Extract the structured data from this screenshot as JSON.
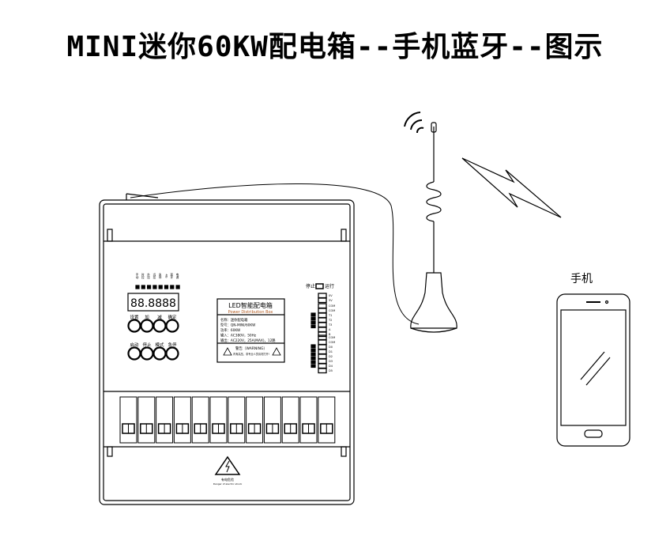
{
  "title": "MINI迷你60KW配电箱--手机蓝牙--图示",
  "phone_label": "手机",
  "display": "88.8888",
  "led_labels": [
    "手动",
    "时控",
    "外控",
    "远控",
    "急停",
    "4G",
    "蓝牙",
    "电源"
  ],
  "buttons_row1": [
    "设置",
    "加",
    "减",
    "确定"
  ],
  "buttons_row2": [
    "启动",
    "停止",
    "模式",
    "急停"
  ],
  "switch": {
    "left": "停止",
    "right": "运行"
  },
  "nameplate": {
    "title": "LED智能配电箱",
    "subtitle": "Power Distribution Box",
    "lines": [
      "名称：迷你配电箱",
      "型号：QN-MINI/60KW",
      "功率：60KW",
      "输入：AC380V，50Hz",
      "输出：AC220V，25A(MAX)，12路"
    ],
    "warning": "警告（WARNING）",
    "warning_text": "内有高压，非专业人员请勿打开!"
  },
  "terminals": {
    "power": [
      "0V",
      "5V"
    ],
    "group1": [
      "COM",
      "COM",
      "T1",
      "T2",
      "T3",
      "A",
      "B"
    ],
    "group2": [
      "COM",
      "COM",
      "D0",
      "D1",
      "D2",
      "D3",
      "D4",
      "D5"
    ]
  },
  "hazard": {
    "cn": "有电危险",
    "en": "Danger of electric shock"
  }
}
